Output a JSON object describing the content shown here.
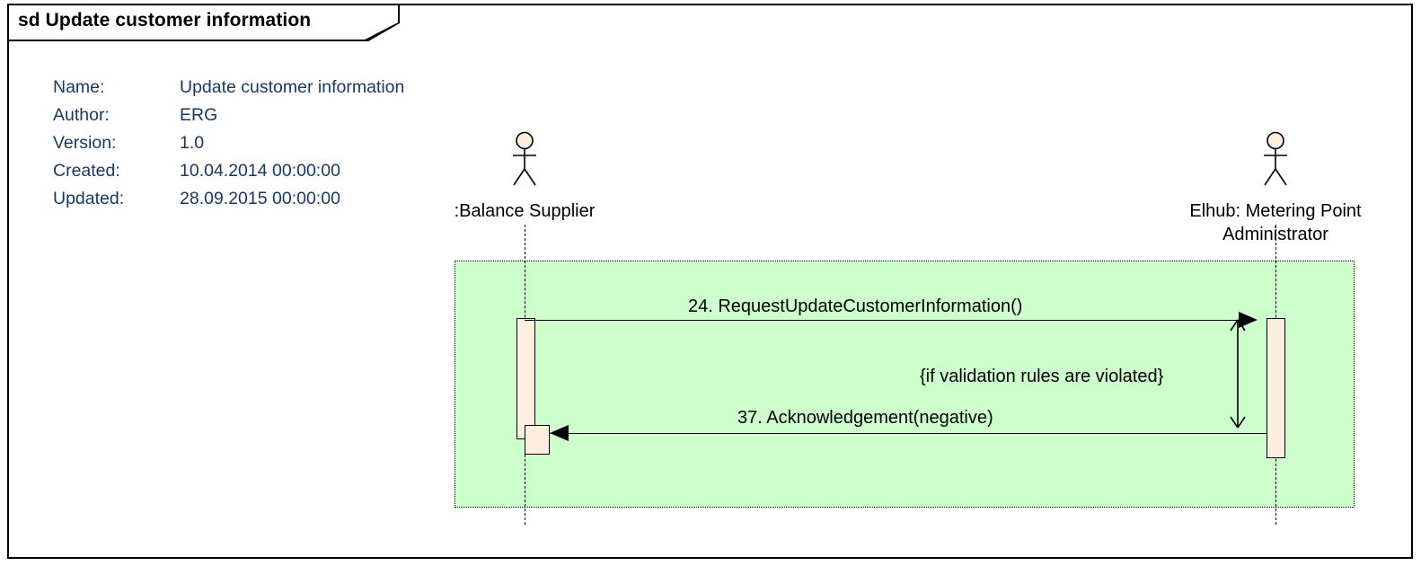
{
  "diagram": {
    "kind_prefix": "sd",
    "title": "Update customer information",
    "tab_label": "sd Update customer information",
    "background": "#ffffff",
    "frame_border_color": "#000000"
  },
  "metadata": {
    "text_color": "#16386b",
    "rows": [
      {
        "key": "Name:",
        "value": "Update customer information"
      },
      {
        "key": "Author:",
        "value": "ERG"
      },
      {
        "key": "Version:",
        "value": "1.0"
      },
      {
        "key": "Created:",
        "value": "10.04.2014 00:00:00"
      },
      {
        "key": "Updated:",
        "value": "28.09.2015 00:00:00"
      }
    ]
  },
  "lifelines": [
    {
      "id": "balance-supplier",
      "label": "Balance Supplier",
      "display_label": ":Balance Supplier",
      "icon": "actor-stick-figure",
      "head_fill": "#fdeedd"
    },
    {
      "id": "metering-point-administrator",
      "label": "Elhub: Metering Point Administrator",
      "display_label": "Elhub: Metering Point\nAdministrator",
      "icon": "actor-stick-figure",
      "head_fill": "#fdeedd"
    }
  ],
  "region": {
    "fill": "#ccffcc",
    "border_style": "dotted",
    "border_color": "#000000"
  },
  "messages": [
    {
      "number": "24",
      "name": "RequestUpdateCustomerInformation()",
      "label": "24. RequestUpdateCustomerInformation()",
      "from": "balance-supplier",
      "to": "metering-point-administrator",
      "direction": "right",
      "arrow": "filled-solid"
    },
    {
      "number": "37",
      "name": "Acknowledgement(negative)",
      "label": "37. Acknowledgement(negative)",
      "from": "metering-point-administrator",
      "to": "balance-supplier",
      "direction": "left",
      "arrow": "filled-solid"
    }
  ],
  "constraints": [
    {
      "id": "validation-constraint",
      "label": "{if validation rules are violated}",
      "indicator": "duration-double-arrow"
    }
  ],
  "activations": {
    "fill": "#fdeedd",
    "border": "#000000"
  }
}
